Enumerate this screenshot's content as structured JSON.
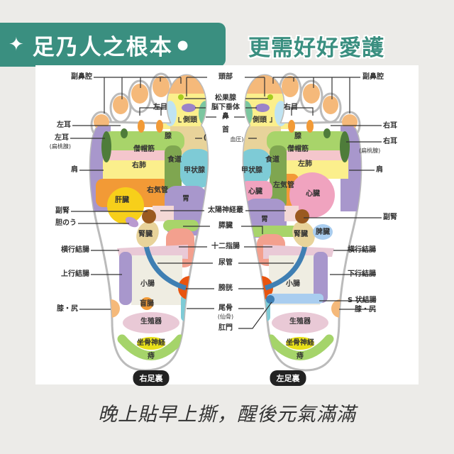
{
  "header": {
    "icon": "sparkle-icon",
    "title": "足乃人之根本",
    "subtitle": "更需好好愛護"
  },
  "footer": {
    "caption": "晚上貼早上撕，醒後元氣滿滿"
  },
  "diagram": {
    "right_foot_title": "右足裏",
    "left_foot_title": "左足裏",
    "left_labels": {
      "sinus": "副鼻腔",
      "ear": "左耳",
      "ear2": "左耳",
      "tonsil": "(扁桃腺)",
      "shoulder": "肩",
      "adrenal": "副腎",
      "gallbladder": "胆のう",
      "transverse": "横行結腸",
      "ascending": "上行結腸",
      "knee": "膝・尻"
    },
    "center_labels": {
      "head": "頭部",
      "pineal": "松果腺",
      "pituitary": "脳下垂体",
      "nose": "鼻",
      "neck": "首",
      "bp_open": "(",
      "bp": "血圧)",
      "solar": "太陽神経叢",
      "pancreas": "膵臓",
      "duodenum": "十二指腸",
      "ureter": "尿管",
      "bladder": "膀胱",
      "coccyx": "尾骨",
      "sacrum": "(仙骨)",
      "anus": "肛門"
    },
    "right_labels": {
      "sinus": "副鼻腔",
      "ear": "右耳",
      "ear2": "右耳",
      "tonsil": "(扁桃腺)",
      "shoulder": "肩",
      "adrenal": "副腎",
      "transverse": "横行結腸",
      "descending": "下行結腸",
      "sigmoid": "S 状結腸",
      "knee": "膝・尻"
    },
    "right_foot": {
      "eye": "左目",
      "temple": "側頭",
      "gland": "腺",
      "trapezius": "僧帽筋",
      "lung": "右肺",
      "esophagus": "食道",
      "thyroid": "甲状腺",
      "bronchus": "右気管",
      "liver": "肝臓",
      "stomach": "胃",
      "kidney": "腎臓",
      "small_intestine": "小腸",
      "cecum": "盲腸",
      "genitals": "生殖器",
      "sciatic": "坐骨神経",
      "hemorrhoid": "痔"
    },
    "left_foot": {
      "eye": "右目",
      "temple": "側頭",
      "gland": "腺",
      "trapezius": "僧帽筋",
      "lung": "左肺",
      "esophagus": "食道",
      "thyroid": "甲状腺",
      "bronchus": "左気管",
      "heart_inner": "心臓",
      "heart": "心臓",
      "stomach": "胃",
      "kidney": "腎臓",
      "spleen": "脾臓",
      "small_intestine": "小腸",
      "genitals": "生殖器",
      "sciatic": "坐骨神経",
      "hemorrhoid": "痔"
    }
  }
}
